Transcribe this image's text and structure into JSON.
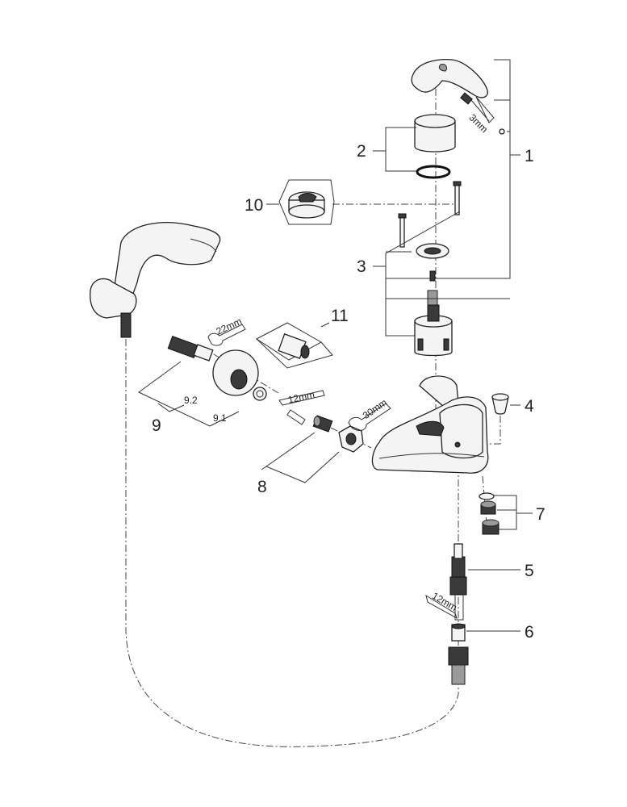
{
  "callouts": {
    "c1": "1",
    "c2": "2",
    "c3": "3",
    "c4": "4",
    "c5": "5",
    "c6": "6",
    "c7": "7",
    "c8": "8",
    "c9": "9",
    "c9_1": "9.1",
    "c9_2": "9.2",
    "c10": "10",
    "c11": "11"
  },
  "tool_sizes": {
    "t3mm": "3mm",
    "t22mm": "22mm",
    "t12mm_a": "12mm",
    "t30mm": "30mm",
    "t12mm_b": "12mm"
  }
}
